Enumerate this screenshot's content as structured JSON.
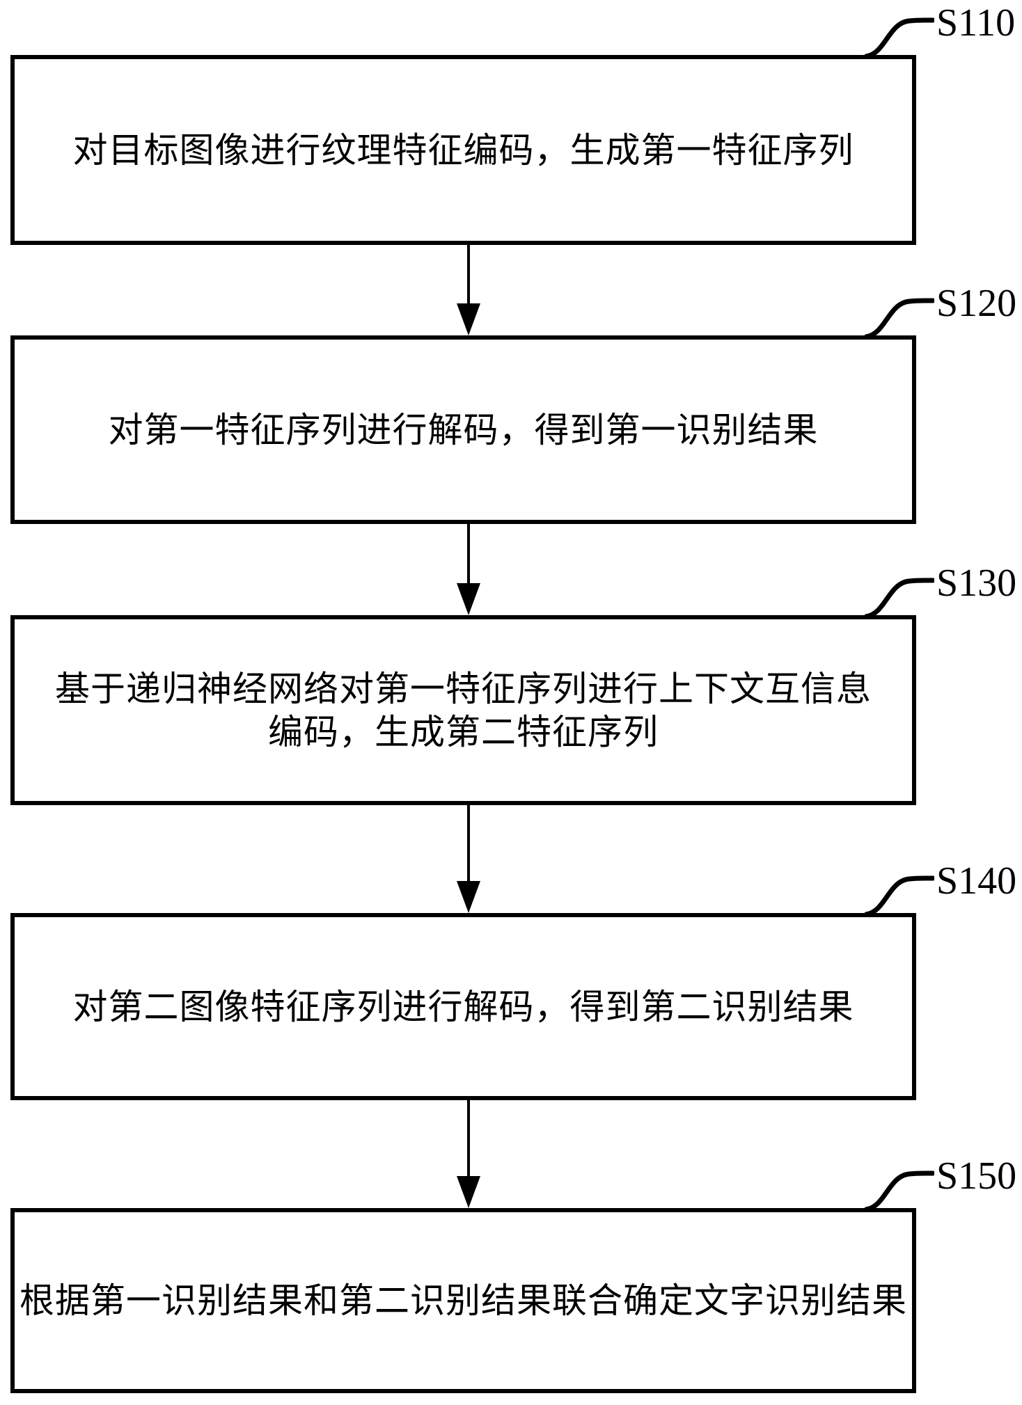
{
  "figure": {
    "type": "flowchart",
    "background_color": "#ffffff",
    "line_color": "#000000",
    "text_color": "#000000",
    "steps": [
      {
        "label": "S110",
        "lines": [
          "对目标图像进行纹理特征编码，生成第一特征序列"
        ],
        "text": "对目标图像进行纹理特征编码，生成第一特征序列"
      },
      {
        "label": "S120",
        "lines": [
          "对第一特征序列进行解码，得到第一识别结果"
        ],
        "text": "对第一特征序列进行解码，得到第一识别结果"
      },
      {
        "label": "S130",
        "lines": [
          "基于递归神经网络对第一特征序列进行上下文互信息",
          "编码，生成第二特征序列"
        ],
        "text": "基于递归神经网络对第一特征序列进行上下文互信息编码，生成第二特征序列"
      },
      {
        "label": "S140",
        "lines": [
          "对第二图像特征序列进行解码，得到第二识别结果"
        ],
        "text": "对第二图像特征序列进行解码，得到第二识别结果"
      },
      {
        "label": "S150",
        "lines": [
          "根据第一识别结果和第二识别结果联合确定文字识别结果"
        ],
        "text": "根据第一识别结果和第二识别结果联合确定文字识别结果"
      }
    ]
  }
}
